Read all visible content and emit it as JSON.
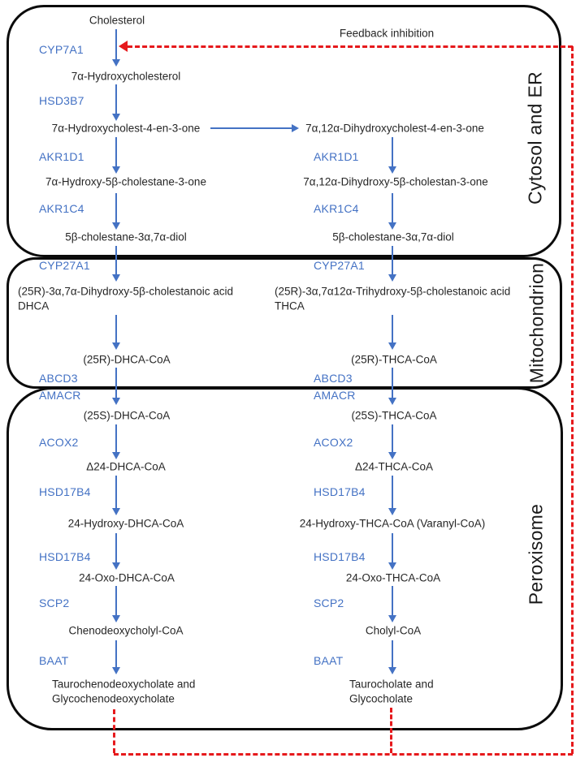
{
  "feedback": {
    "label": "Feedback inhibition"
  },
  "compartments": [
    {
      "label": "Cytosol and ER"
    },
    {
      "label": "Mitochondrion"
    },
    {
      "label": "Peroxisome"
    }
  ],
  "left": {
    "metabolites": [
      "Cholesterol",
      "7α-Hydroxycholesterol",
      "7α-Hydroxycholest-4-en-3-one",
      "7α-Hydroxy-5β-cholestane-3-one",
      "5β-cholestane-3α,7α-diol",
      "(25R)-3α,7α-Dihydroxy-5β-cholestanoic acid",
      "DHCA",
      "(25R)-DHCA-CoA",
      "(25S)-DHCA-CoA",
      "Δ24-DHCA-CoA",
      "24-Hydroxy-DHCA-CoA",
      "24-Oxo-DHCA-CoA",
      "Chenodeoxycholyl-CoA",
      "Taurochenodeoxycholate and",
      "Glycochenodeoxycholate"
    ],
    "enzymes": [
      "CYP7A1",
      "HSD3B7",
      "AKR1D1",
      "AKR1C4",
      "CYP27A1",
      "ABCD3",
      "AMACR",
      "ACOX2",
      "HSD17B4",
      "HSD17B4",
      "SCP2",
      "BAAT"
    ]
  },
  "right": {
    "metabolites": [
      "7α,12α-Dihydroxycholest-4-en-3-one",
      "7α,12α-Dihydroxy-5β-cholestan-3-one",
      "5β-cholestane-3α,7α-diol",
      "(25R)-3α,7α12α-Trihydroxy-5β-cholestanoic acid",
      "THCA",
      "(25R)-THCA-CoA",
      "(25S)-THCA-CoA",
      "Δ24-THCA-CoA",
      "24-Hydroxy-THCA-CoA (Varanyl-CoA)",
      "24-Oxo-THCA-CoA",
      "Cholyl-CoA",
      "Taurocholate and",
      "Glycocholate"
    ],
    "enzymes": [
      "AKR1D1",
      "AKR1C4",
      "CYP27A1",
      "ABCD3",
      "AMACR",
      "ACOX2",
      "HSD17B4",
      "HSD17B4",
      "SCP2",
      "BAAT"
    ]
  },
  "colors": {
    "enzyme": "#4472C4",
    "arrow": "#4472C4",
    "inhibition": "#E6191C",
    "text": "#262626",
    "border": "#0b0b0b"
  }
}
